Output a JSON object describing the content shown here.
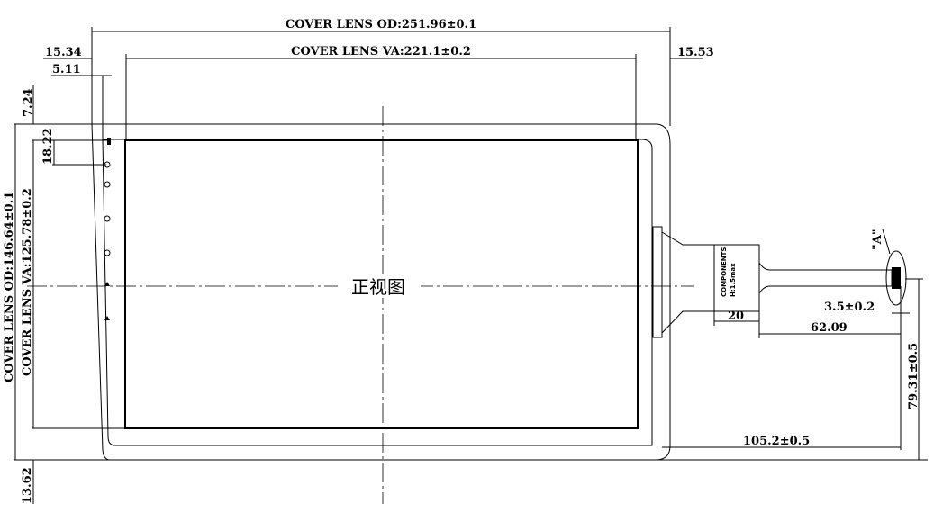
{
  "title": "正视图",
  "dimensions": {
    "cover_lens_od_width": "COVER LENS OD:251.96±0.1",
    "cover_lens_va_width": "COVER LENS VA:221.1±0.2",
    "left_margin": "15.34",
    "right_margin": "15.53",
    "icon_offset": "5.11",
    "top_offset": "7.24",
    "icon_pitch": "18.22",
    "cover_lens_od_height": "COVER LENS OD:146.64±0.1",
    "cover_lens_va_height": "COVER LENS VA:125.78±0.2",
    "bottom_offset": "13.62",
    "fpc_stiffener": "20",
    "fpc_length": "62.09",
    "fpc_tail_width": "3.5±0.2",
    "fpc_height_from_bottom": "79.31±0.5",
    "fpc_from_edge": "105.2±0.5",
    "detail_label": "\"A\""
  },
  "fpc_box": {
    "line1": "COMPONENTS",
    "line2": "H:1.5max"
  }
}
